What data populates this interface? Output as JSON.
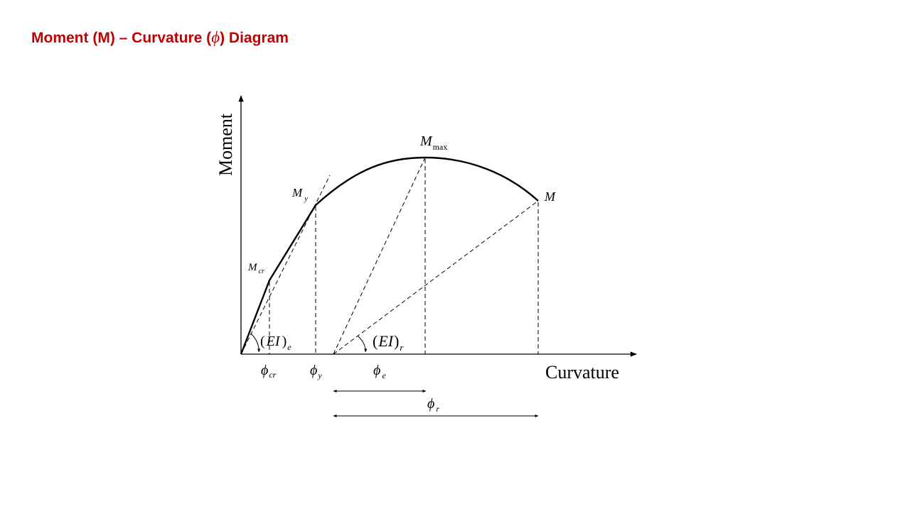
{
  "title": {
    "prefix": "Moment (M) – Curvature (",
    "symbol": "ϕ",
    "suffix": ") Diagram"
  },
  "axes": {
    "y_label": "Moment",
    "x_label": "Curvature"
  },
  "points": {
    "m_cr": {
      "base": "M",
      "sub": "cr"
    },
    "m_y": {
      "base": "M",
      "sub": "y"
    },
    "m_max": {
      "base": "M",
      "sub": "max"
    },
    "m": {
      "base": "M"
    }
  },
  "stiffness": {
    "elastic": {
      "open": "(",
      "base": "EI",
      "close": ")",
      "sub": "e"
    },
    "residual": {
      "open": "(",
      "base": "EI",
      "close": ")",
      "sub": "r"
    }
  },
  "curvatures": {
    "phi_cr": {
      "base": "ϕ",
      "sub": "cr"
    },
    "phi_y": {
      "base": "ϕ",
      "sub": "y"
    },
    "phi_e": {
      "base": "ϕ",
      "sub": "e"
    },
    "phi_r": {
      "base": "ϕ",
      "sub": "r"
    }
  },
  "colors": {
    "title": "#c00000",
    "lines": "#000000"
  }
}
